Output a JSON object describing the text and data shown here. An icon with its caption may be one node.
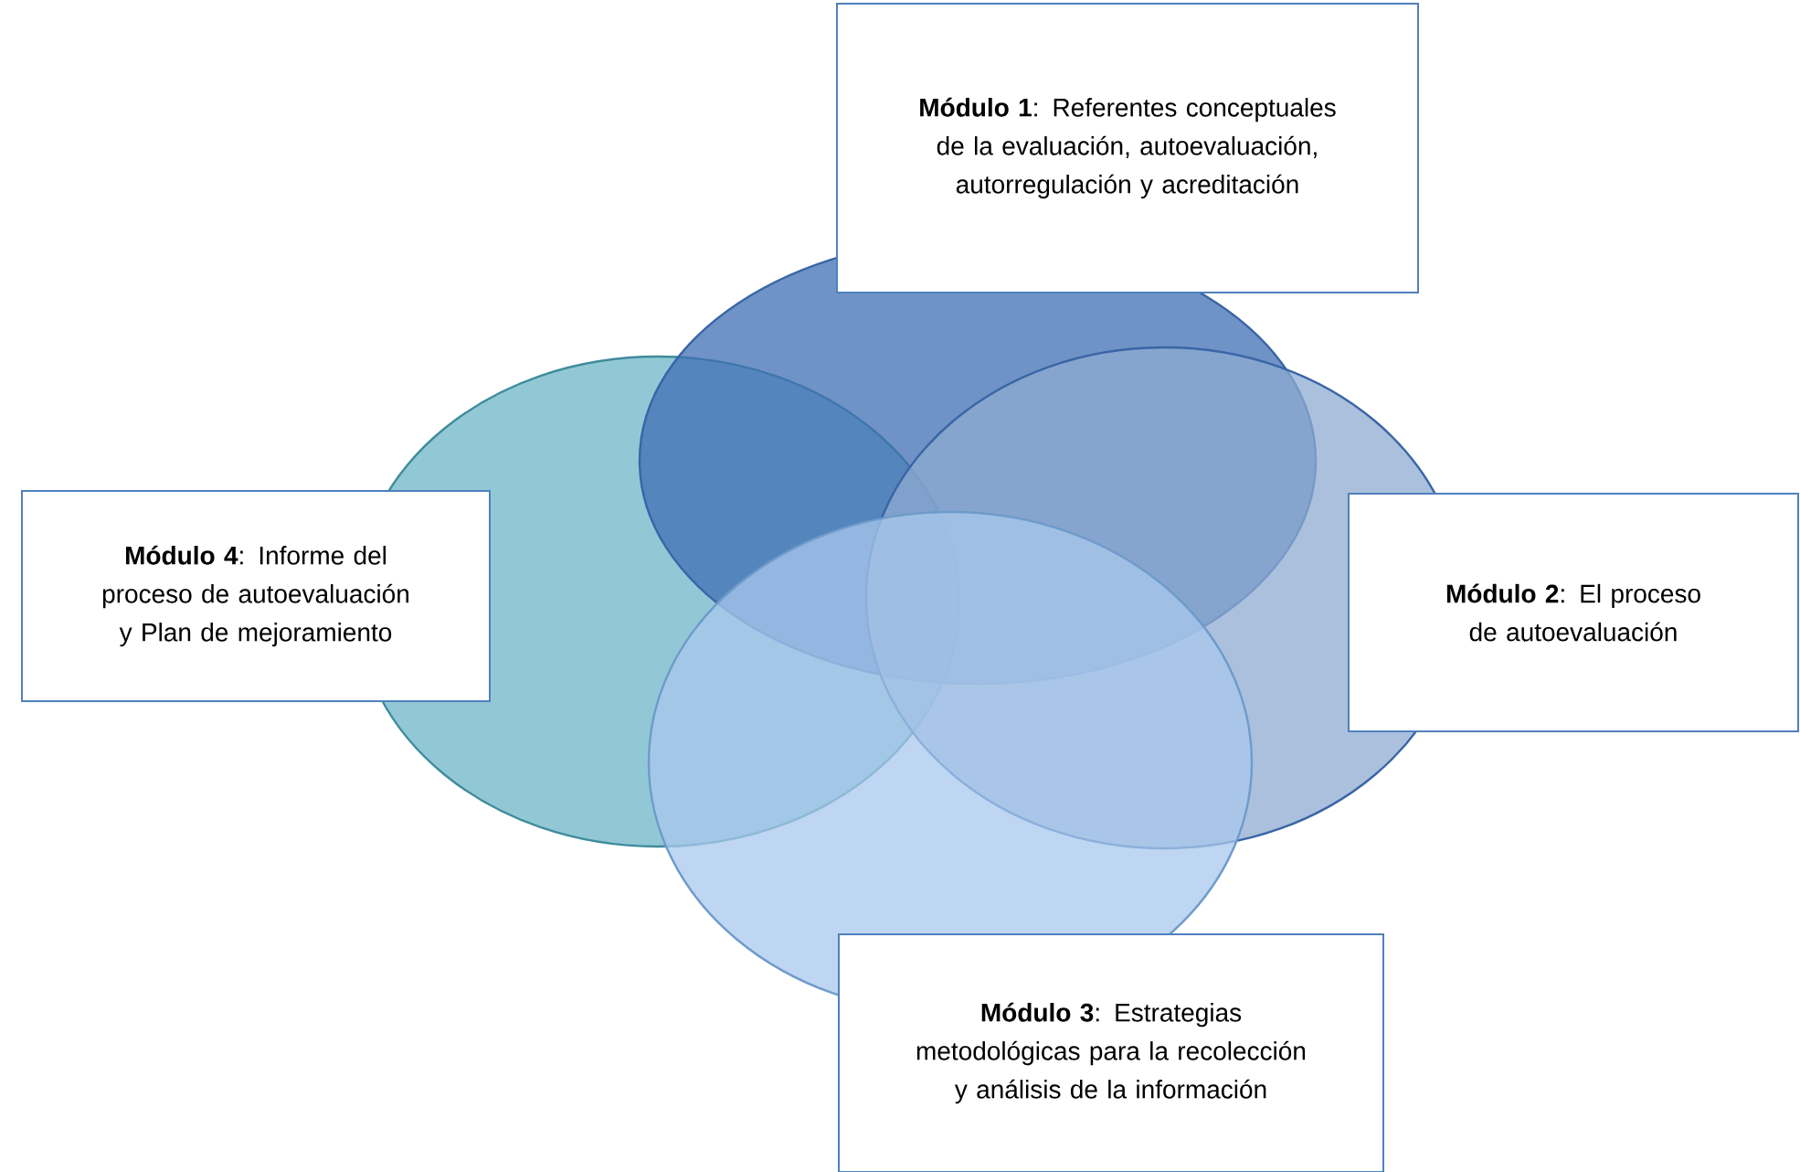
{
  "diagram": {
    "nodes": [
      {
        "text": [
          "**Módulo 1**: Referentes conceptuales de la evaluación, autoevaluación, autorregulación y acreditación"
        ]
      },
      {
        "text": [
          "**Módulo 2**: El proceso de autoevaluación"
        ]
      },
      {
        "text": [
          "**Módulo 3**: Estrategias metodológicas para la recolección y análisis de la información"
        ]
      },
      {
        "text": [
          "**Módulo 4**: Informe del proceso de autoevaluación y Plan de mejoramiento"
        ]
      }
    ]
  }
}
